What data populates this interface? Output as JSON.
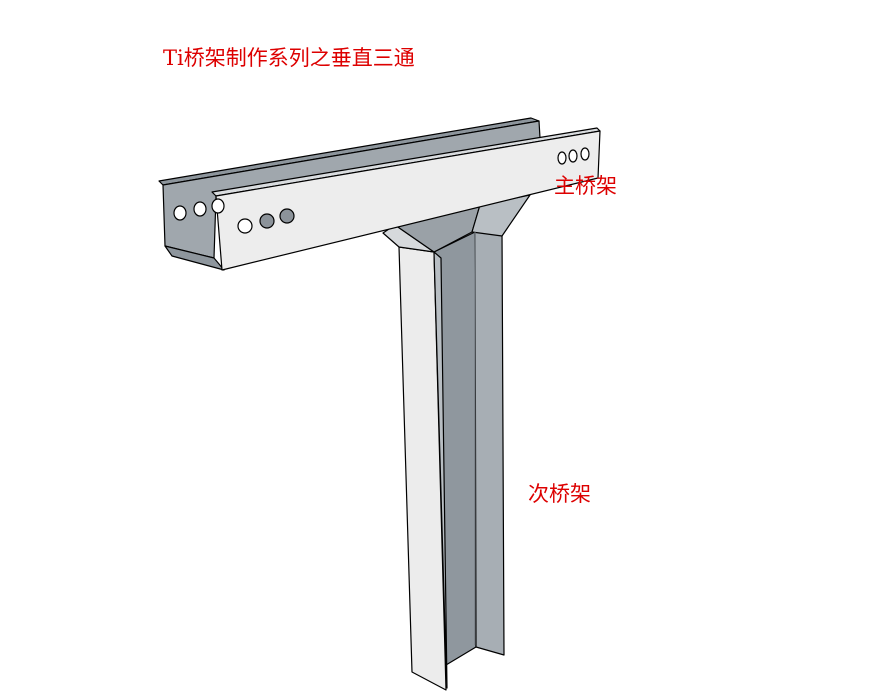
{
  "title": "Ti桥架制作系列之垂直三通",
  "labels": {
    "main_tray": "主桥架",
    "sub_tray": "次桥架"
  },
  "colors": {
    "label": "#dd0000",
    "light_face": "#ececec",
    "mid_face": "#a3aab0",
    "dark_face": "#8b939a",
    "hole_dark": "#8c939a",
    "outline": "#000000"
  }
}
